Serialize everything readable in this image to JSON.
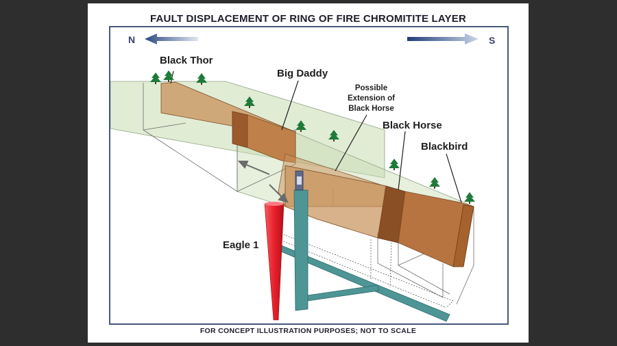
{
  "title": "FAULT DISPLACEMENT OF RING OF FIRE CHROMITITE LAYER",
  "footer": "FOR CONCEPT ILLUSTRATION PURPOSES; NOT TO SCALE",
  "compass": {
    "north": "N",
    "south": "S"
  },
  "labels": {
    "black_thor": "Black Thor",
    "big_daddy": "Big Daddy",
    "possible_extension": [
      "Possible",
      "Extension of",
      "Black Horse"
    ],
    "black_horse": "Black Horse",
    "blackbird": "Blackbird",
    "eagle_one": "Eagle 1"
  },
  "colors": {
    "frame": "#46577a",
    "fault_plane": "#c9dcb3",
    "chromitite_layer": "#c8915a",
    "chromitite_dark": "#8a4f25",
    "eagle_intrusion": "#e8202a",
    "feeder_dike": "#4e9596",
    "tree": "#1f7a3a",
    "arrow": "#2e4a82"
  }
}
